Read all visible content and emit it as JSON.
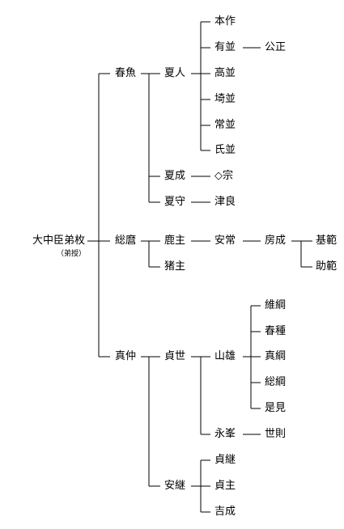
{
  "root": {
    "name": "大中臣弟枚",
    "note": "（弟授）"
  },
  "people": {
    "harukai": "春魚",
    "natsuhito": "夏人",
    "motosaku": "本作",
    "arinami": "有並",
    "kimimasa": "公正",
    "takanami": "高並",
    "sakinami": "埼並",
    "tsunenami": "常並",
    "ujinami": "氏並",
    "natsunari": "夏成",
    "mune": "◇宗",
    "natsumori": "夏守",
    "tsura": "津良",
    "somaro": "総麿",
    "shikanushi": "鹿主",
    "yasutsune": "安常",
    "fusanari": "房成",
    "motonori": "基範",
    "sukenori": "助範",
    "inomushi": "猪主",
    "mamaro": "真仲",
    "sadayo": "貞世",
    "yamao": "山雄",
    "koretsuna": "維綱",
    "harutane": "春種",
    "matsuna": "真綱",
    "sotsuna": "総綱",
    "koremi": "是見",
    "nagamine": "永峯",
    "yonori": "世則",
    "yasutsugu": "安継",
    "sadatsugu": "貞継",
    "sadanushi": "貞主",
    "yoshinari": "吉成"
  }
}
